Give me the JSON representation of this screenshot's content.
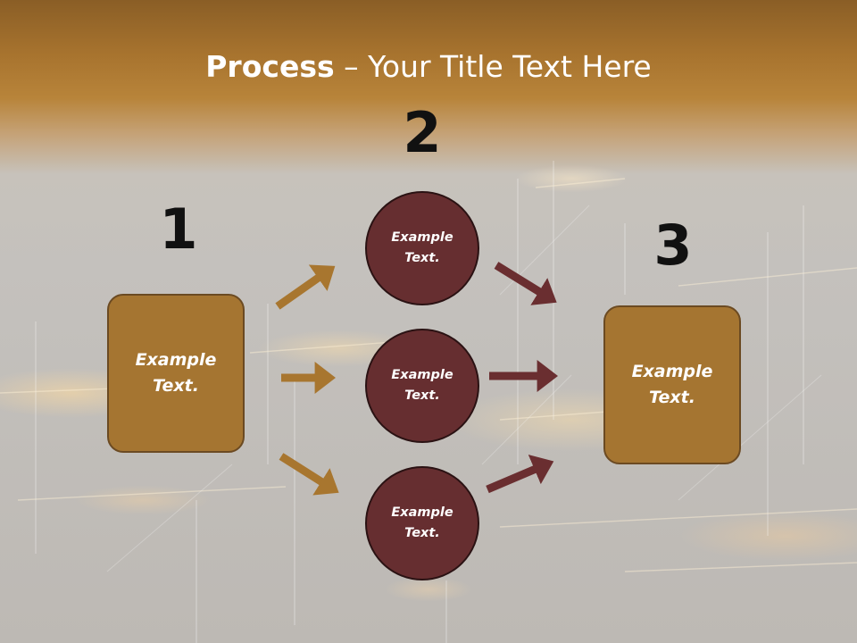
{
  "slide": {
    "title_bold": "Process",
    "title_rest": " – Your Title Text Here",
    "step_numbers": [
      "1",
      "2",
      "3"
    ],
    "left_box": {
      "text": "Example\nText."
    },
    "right_box": {
      "text": "Example\nText."
    },
    "circles": [
      {
        "text": "Example\nText."
      },
      {
        "text": "Example\nText."
      },
      {
        "text": "Example\nText."
      }
    ]
  },
  "colors": {
    "header_brown": "#a7732e",
    "box_fill": "#a57531",
    "circle_fill": "#662e30",
    "arrow_gold": "#a8762f",
    "arrow_maroon": "#6a2e30",
    "background_gray": "#c4c1bd"
  }
}
